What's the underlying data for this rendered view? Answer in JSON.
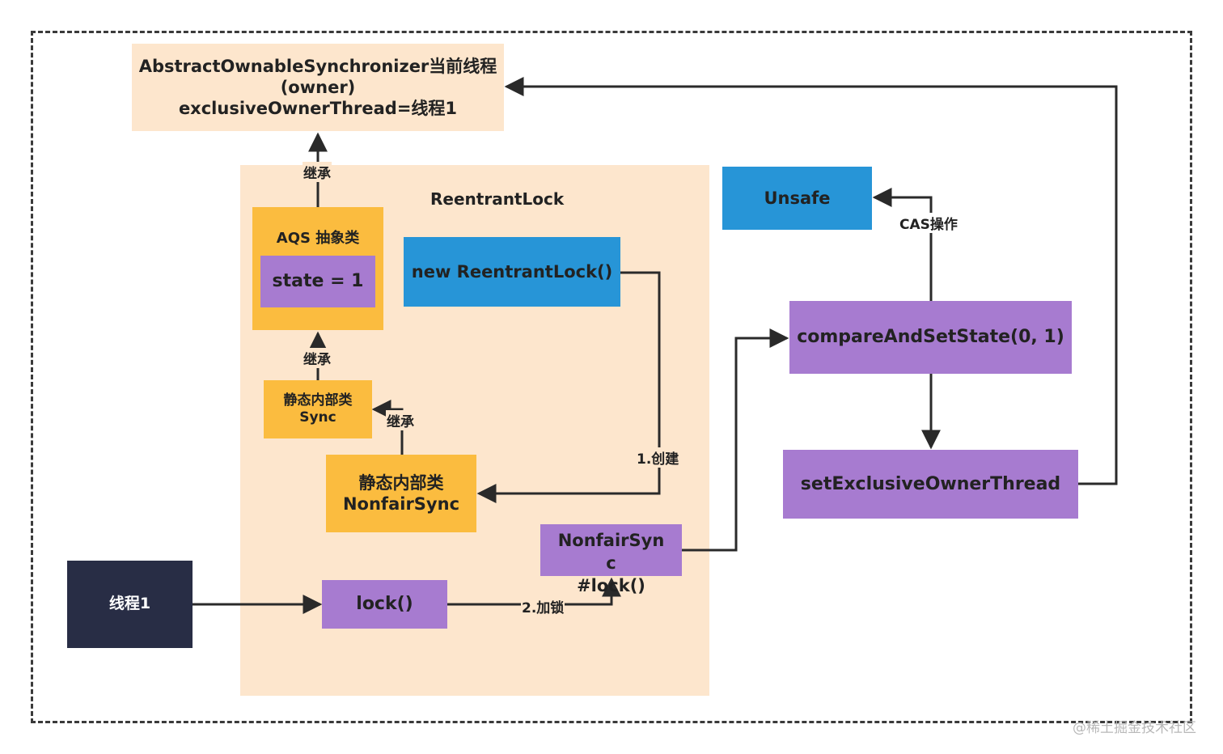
{
  "diagram": {
    "aqs_owner": {
      "line1": "AbstractOwnableSynchronizer当前线程",
      "line2": "(owner)",
      "line3": "exclusiveOwnerThread=线程1"
    },
    "reentrantlock_label": "ReentrantLock",
    "aqs_abstract": "AQS 抽象类",
    "state": "state = 1",
    "new_reentrantlock": "new ReentrantLock()",
    "sync": {
      "line1": "静态内部类",
      "line2": "Sync"
    },
    "nonfair_sync": {
      "line1": "静态内部类",
      "line2": "NonfairSync"
    },
    "nonfair_lock": {
      "line1": "NonfairSyn",
      "line2": "c",
      "line3": "#lock()"
    },
    "lock": "lock()",
    "thread1": "线程1",
    "unsafe": "Unsafe",
    "compare_and_set": "compareAndSetState(0, 1)",
    "set_exclusive": "setExclusiveOwnerThread",
    "edges": {
      "inherit_1": "继承",
      "inherit_2": "继承",
      "inherit_3": "继承",
      "create": "1.创建",
      "lock_step": "2.加锁",
      "cas": "CAS操作"
    },
    "watermark": "@稀土掘金技术社区"
  },
  "colors": {
    "peach": "#fde6cd",
    "orange": "#fbbc3f",
    "purple": "#a77bd0",
    "blue": "#2795d7",
    "navy": "#282d45",
    "line": "#2a2a2a"
  }
}
